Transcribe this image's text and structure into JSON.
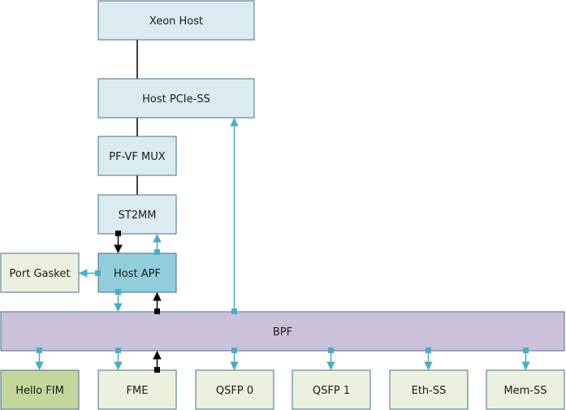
{
  "diagram": {
    "blocks": {
      "xeon_host": "Xeon Host",
      "host_pcie_ss": "Host PCIe-SS",
      "pf_vf_mux": "PF-VF MUX",
      "st2mm": "ST2MM",
      "host_apf": "Host APF",
      "port_gasket": "Port Gasket",
      "bpf": "BPF",
      "hello_fim": "Hello FIM",
      "fme": "FME",
      "qsfp0": "QSFP 0",
      "qsfp1": "QSFP 1",
      "eth_ss": "Eth-SS",
      "mem_ss": "Mem-SS"
    },
    "colors": {
      "light_blue_fill": "#dcebf1",
      "apf_fill": "#92cddc",
      "bpf_fill": "#ccc1da",
      "green_fill": "#ebf1de",
      "hello_fill": "#c3d69b",
      "border": "#4a6f8a",
      "arrow_blue": "#4bacc6",
      "arrow_black": "#000000"
    }
  }
}
